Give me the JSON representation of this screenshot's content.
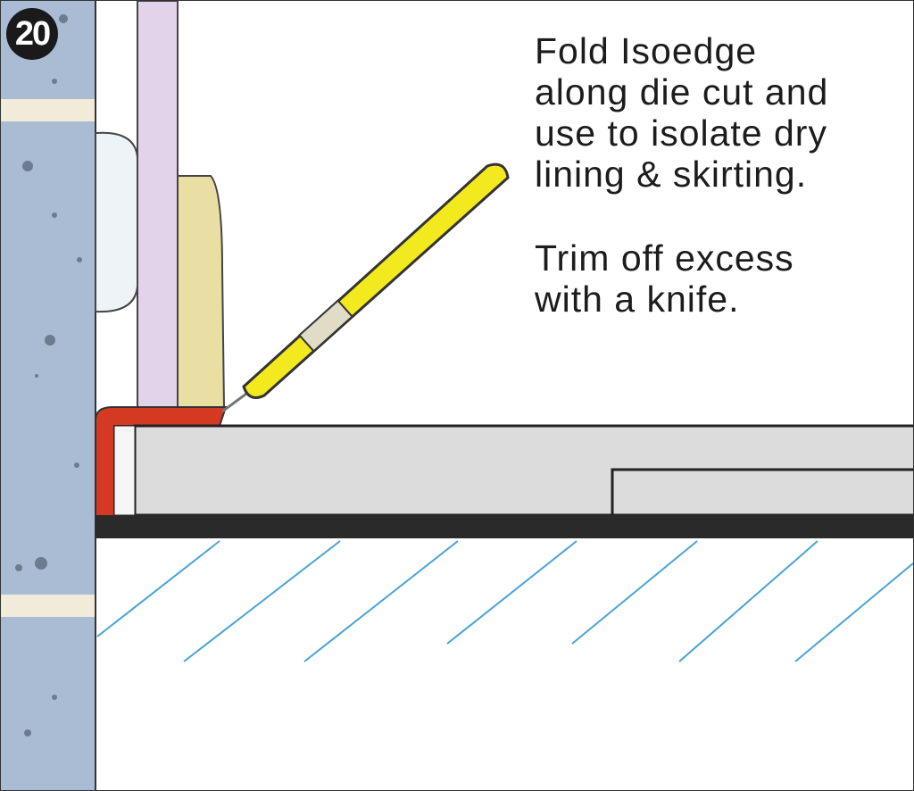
{
  "step_number": "20",
  "instructions": {
    "paragraph1": [
      "Fold Isoedge",
      "along die cut and",
      "use to isolate dry",
      "lining & skirting."
    ],
    "paragraph2": [
      "Trim off excess",
      "with a knife."
    ]
  },
  "colors": {
    "wall": "#a9bcd3",
    "plasterboard": "#e3d3ea",
    "skirting": "#e9dfa2",
    "isoedge": "#d43a22",
    "screed": "#dcdcdc",
    "insulation": "#2a2a2a",
    "knife": "#f2ea1e",
    "hatch": "#3a9ad0"
  }
}
